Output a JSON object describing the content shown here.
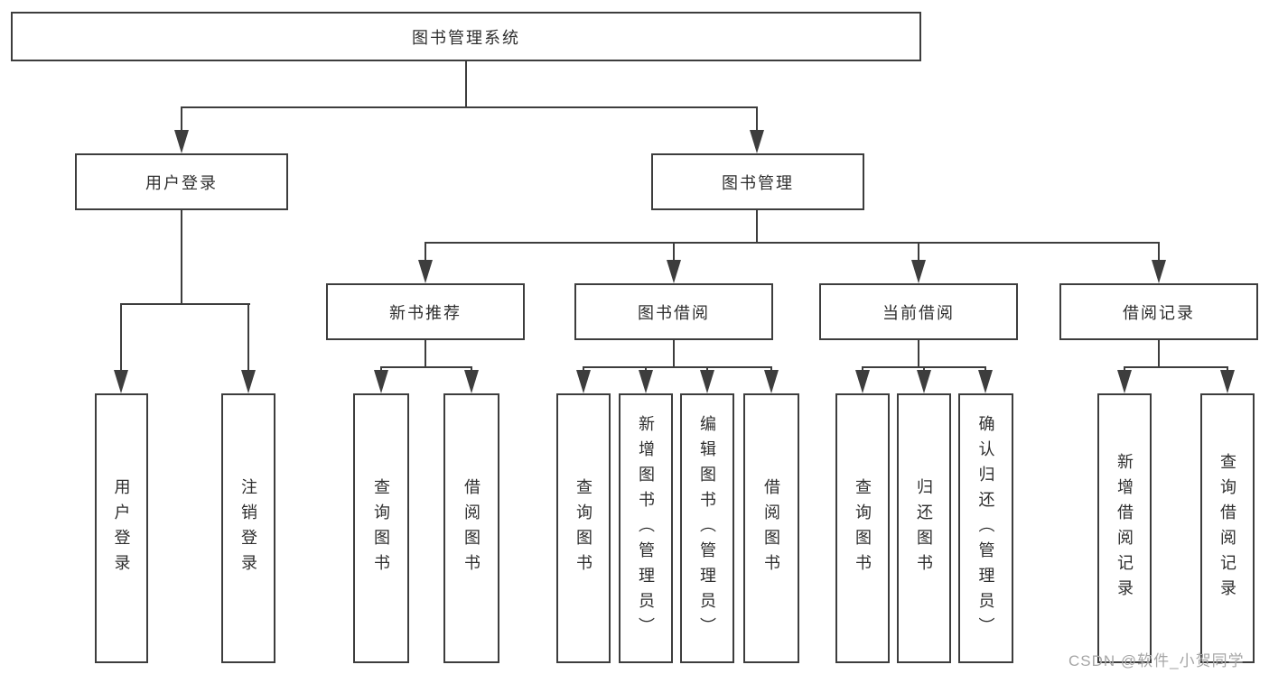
{
  "colors": {
    "line": "#3d3d3d",
    "border": "#3d3d3d",
    "text": "#2e2e2e",
    "watermark": "#a6a6a6",
    "bg": "#ffffff"
  },
  "tree": {
    "label": "图书管理系统",
    "children": [
      {
        "label": "用户登录",
        "children": [
          {
            "label": "用户登录"
          },
          {
            "label": "注销登录"
          }
        ]
      },
      {
        "label": "图书管理",
        "children": [
          {
            "label": "新书推荐",
            "children": [
              {
                "label": "查询图书"
              },
              {
                "label": "借阅图书"
              }
            ]
          },
          {
            "label": "图书借阅",
            "children": [
              {
                "label": "查询图书"
              },
              {
                "label": "新增图书（管理员）"
              },
              {
                "label": "编辑图书（管理员）"
              },
              {
                "label": "借阅图书"
              }
            ]
          },
          {
            "label": "当前借阅",
            "children": [
              {
                "label": "查询图书"
              },
              {
                "label": "归还图书"
              },
              {
                "label": "确认归还（管理员）"
              }
            ]
          },
          {
            "label": "借阅记录",
            "children": [
              {
                "label": "新增借阅记录"
              },
              {
                "label": "查询借阅记录"
              }
            ]
          }
        ]
      }
    ]
  },
  "watermark": {
    "text": "CSDN @软件_小贺同学"
  }
}
